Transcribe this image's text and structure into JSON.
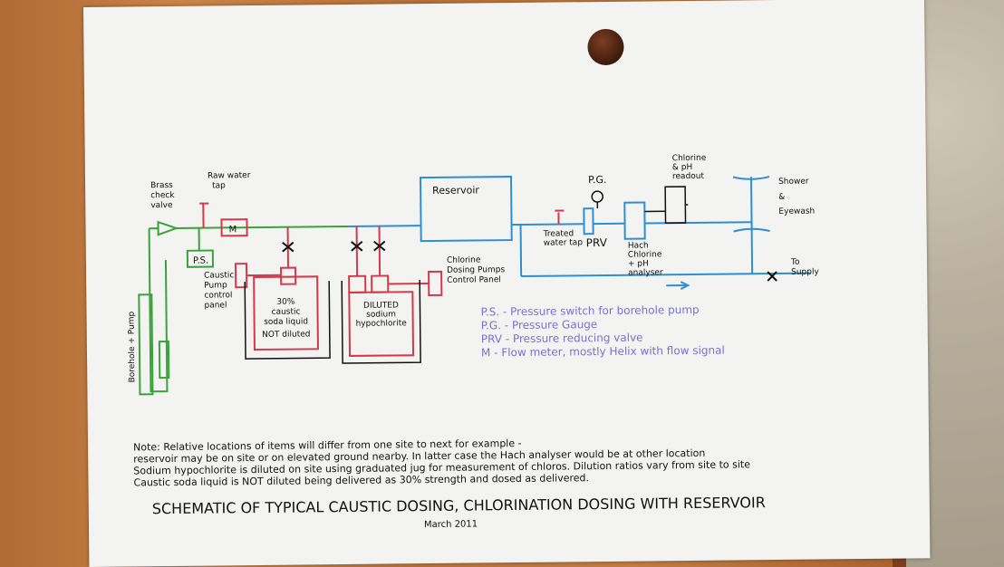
{
  "labels": {
    "brass_check_valve": [
      "Brass",
      "check",
      "valve"
    ],
    "raw_water_tap": [
      "Raw water",
      "tap"
    ],
    "meter": "M",
    "ps_box": "P.S.",
    "caustic_panel": [
      "Caustic",
      "Pump",
      "control",
      "panel"
    ],
    "caustic_tank": [
      "30%",
      "caustic",
      "soda liquid",
      "NOT diluted"
    ],
    "diluted_tank": [
      "DILUTED",
      "sodium",
      "hypochlorite"
    ],
    "chlorine_panel": [
      "Chlorine",
      "Dosing Pumps",
      "Control Panel"
    ],
    "reservoir": "Reservoir",
    "treated_tap": [
      "Treated",
      "water tap"
    ],
    "pg": "P.G.",
    "prv": "PRV",
    "hach": [
      "Hach",
      "Chlorine",
      "+ pH",
      "analyser"
    ],
    "chlorine_readout": [
      "Chlorine",
      "& pH",
      "readout"
    ],
    "shower": [
      "Shower",
      "&",
      "Eyewash"
    ],
    "to_supply": [
      "To",
      "Supply"
    ],
    "borehole_pump": "Borehole + Pump"
  },
  "legend": [
    "P.S.  - Pressure switch for borehole pump",
    "P.G.  - Pressure Gauge",
    "PRV  - Pressure reducing valve",
    "M    - Flow meter, mostly Helix with flow signal"
  ],
  "note": [
    "Note: Relative locations of items will differ from one site to next  for example -",
    "reservoir may be on site or on elevated ground nearby.  In latter case the Hach analyser would be at other location",
    "Sodium hypochlorite is diluted on site using graduated jug for measurement of chloros. Dilution ratios vary from site to site",
    "Caustic soda liquid is NOT diluted being delivered as 30% strength and dosed as delivered."
  ],
  "title": "SCHEMATIC OF TYPICAL CAUSTIC DOSING, CHLORINATION DOSING WITH RESERVOIR",
  "date": "March 2011",
  "colors": {
    "green_pipe": "#3aa23a",
    "blue_pipe": "#2e8fd0",
    "red_dosing": "#d23a4a",
    "legend": "#7a6fd0"
  }
}
